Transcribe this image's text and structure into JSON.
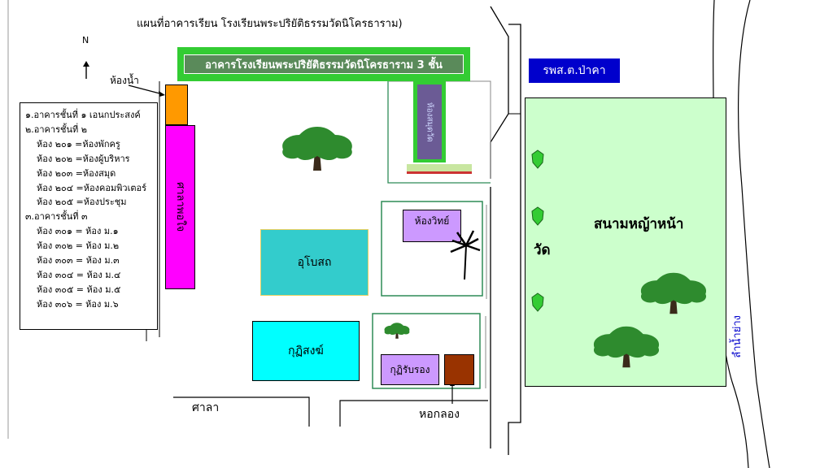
{
  "title": "แผนที่อาคารเรียน โรงเรียนพระปริยัติธรรมวัดนิโครธาราม)",
  "north": "N",
  "restroom_label": "ห้องน้ำ",
  "main_building": "อาคารโรงเรียนพระปริยัติธรรมวัดนิโครธาราม 3 ชั้น",
  "hospital": "รพส.ต.ป่าคา",
  "sala_vertical": "ศาลาพอใจ",
  "library_vertical": "ห้องสมุดวัด",
  "science_room": "ห้องวิทย์",
  "ubosot": "อุโบสถ",
  "kuti_song": "กุฏิสงฆ์",
  "kuti_guest": "กุฏิรับรอง",
  "sala": "ศาลา",
  "drum_tower": "หอกลอง",
  "wat": "วัด",
  "field": "สนามหญ้าหน้า",
  "stream": "ลำน้ำย่าง",
  "legend": [
    "๑.อาคารชั้นที่ ๑ เอนกประสงค์",
    "๒.อาคารชั้นที่ ๒",
    "ห้อง ๒๐๑ =ห้องพักครู",
    "ห้อง ๒๐๒ =ห้องผู้บริหาร",
    "ห้อง ๒๐๓ =ห้องสมุด",
    "ห้อง ๒๐๔ =ห้องคอมพิวเตอร์",
    "ห้อง ๒๐๕ =ห้องประชุม",
    "๓.อาคารชั้นที่ ๓",
    "ห้อง ๓๐๑ = ห้อง ม.๑",
    "ห้อง ๓๐๒ = ห้อง ม.๒",
    "ห้อง ๓๐๓ = ห้อง ม.๓",
    "ห้อง ๓๐๔ = ห้อง ม.๔",
    "ห้อง ๓๐๕ = ห้อง ม.๕",
    "ห้อง ๓๐๖ = ห้อง ม.๖"
  ],
  "colors": {
    "main_building": "#33cc33",
    "restroom": "#ff9900",
    "sala_poajai": "#ff00ff",
    "library": "#6b5b95",
    "ubosot": "#33cccc",
    "kuti_song": "#00ffff",
    "rooms": "#cc99ff",
    "drum": "#993300",
    "field": "#ccffcc",
    "hospital": "#0000cc",
    "tree": "#2e8b2e"
  }
}
